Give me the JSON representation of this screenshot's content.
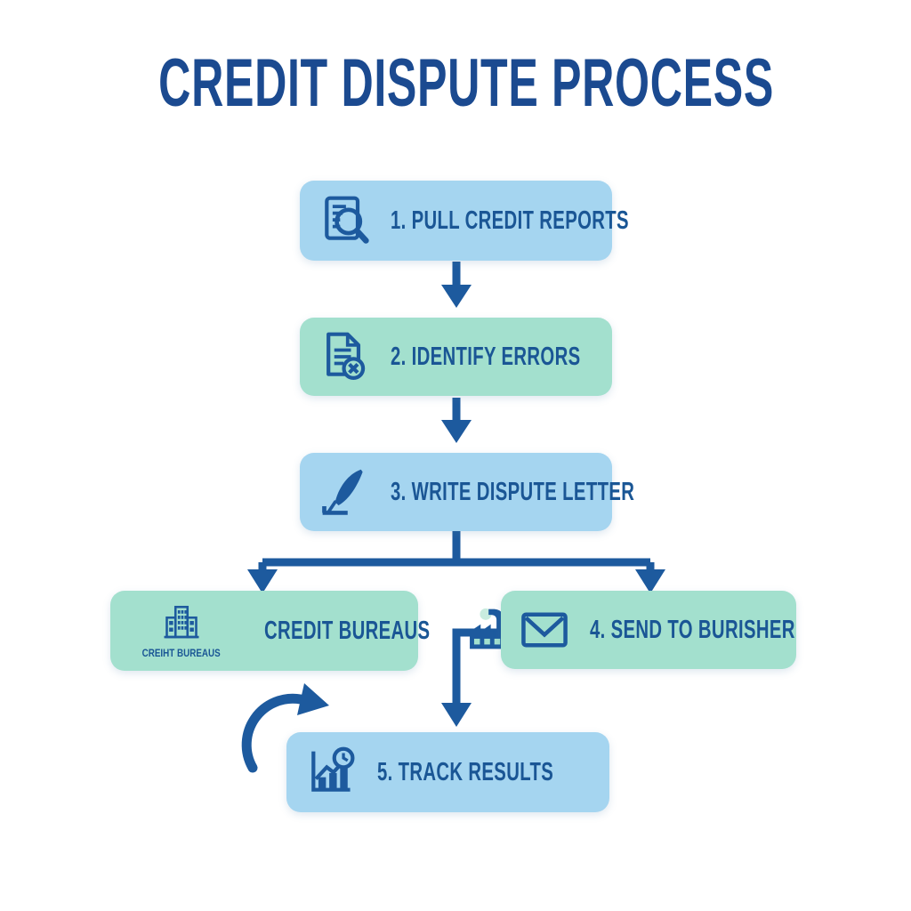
{
  "title": "CREDIT DISPUTE PROCESS",
  "flow": {
    "step1": {
      "label": "1. PULL CREDIT REPORTS"
    },
    "step2": {
      "label": "2. IDENTIFY ERRORS"
    },
    "step3": {
      "label": "3. WRITE DISPUTE LETTER"
    },
    "bureaus": {
      "label": "CREDIT BUREAUS",
      "caption": "CREIHT BUREAUS"
    },
    "step4": {
      "label": "4. SEND TO BURISHER"
    },
    "step5": {
      "label": "5. TRACK RESULTS"
    }
  },
  "icons": {
    "step1": "document-magnifier-icon",
    "step2": "document-error-icon",
    "step3": "quill-pen-icon",
    "bureaus_left": "building-icon",
    "bureaus_right": "factory-icon",
    "step4": "envelope-icon",
    "step5": "chart-clock-icon",
    "loop": "curved-arrow-icon"
  },
  "colors": {
    "background": "#ffffff",
    "title_text": "#1b4a90",
    "label_text": "#1a5695",
    "blue_box": "#a5d5f0",
    "green_box": "#a3e0ce",
    "arrow": "#1d5a9e",
    "smoke": "#c9ecdf"
  }
}
